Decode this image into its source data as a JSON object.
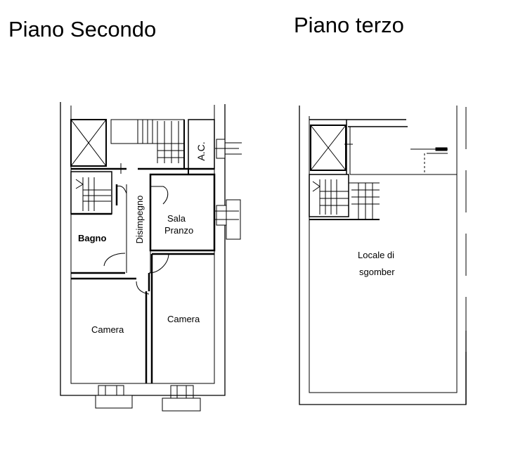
{
  "floor_left": {
    "title": "Piano Secondo",
    "rooms": {
      "ac": "A.C.",
      "disimpegno": "Disimpegno",
      "sala_line1": "Sala",
      "sala_line2": "Pranzo",
      "bagno": "Bagno",
      "camera_left": "Camera",
      "camera_right": "Camera"
    }
  },
  "floor_right": {
    "title": "Piano terzo",
    "rooms": {
      "locale_line1": "Locale di",
      "locale_line2": "sgomber"
    }
  },
  "colors": {
    "ink": "#000000",
    "paper": "#ffffff"
  }
}
